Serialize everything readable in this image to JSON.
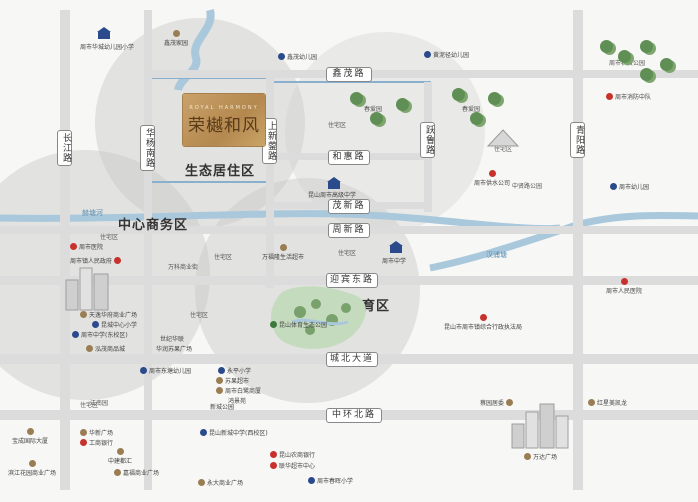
{
  "project": {
    "name": "荣樾和风",
    "subtitle": "ROYAL HARMONY"
  },
  "zones": {
    "eco_residential": "生态居住区",
    "cbd": "中心商务区",
    "eco_sports": "生态体育区"
  },
  "roads": {
    "xinmao": "鑫茂路",
    "hehui": "和惠路",
    "maoxin": "茂新路",
    "zhouxin": "周新路",
    "yingbin_east": "迎宾东路",
    "chengbei": "城北大道",
    "zhonghuan_north": "中环北路",
    "changjiang": "长江路",
    "huayang_south": "华杨南路",
    "shangxinying": "上新蓥路",
    "yuelu": "跃鲁路",
    "qingyang": "青阳路"
  },
  "rivers": {
    "tanghe": "赫塘河",
    "hanpu": "汉浦塘"
  },
  "areas": {
    "residential_1": "住宅区",
    "residential_2": "住宅区",
    "residential_3": "住宅区",
    "residential_4": "住宅区",
    "residential_5": "住宅区",
    "residential_6": "住宅区",
    "residential_7": "住宅区",
    "wanke_commercial": "万科商业街",
    "jiangnan_garden": "江南园",
    "chunai_garden": "春爱园",
    "chunai_garden_2": "春爱园",
    "zhongjing_park": "中贤路公园",
    "nongzhi": "周市农贸公园"
  },
  "pois": {
    "p_school1": "周市华城幼儿园小学",
    "p_xinmao_kg": "鑫茂幼儿园",
    "p_huangni": "黄泥径幼儿园",
    "p_xinmao_garden": "鑫茂家园",
    "p_zhoushi_zhongxue": "昆山周市高级中学",
    "p_cunwei": "周市供水公司",
    "p_fire": "周市消防中队",
    "p_kg2": "周市幼儿园",
    "p_hospital": "周市人民医院",
    "p_people_hospital": "周市医院",
    "p_bank": "周市镇人民政府",
    "p_wanfu": "万福隆生活超市",
    "p_middle": "周市中学",
    "p_sports_park": "昆山体育生态公园",
    "p_tianyi": "天逸华府商业广场",
    "p_primary": "昆城中心小学",
    "p_middle_school": "周市中学(东校区)",
    "p_hongmao": "泓茂商品城",
    "p_zhoushi_kg": "周市东塘幼儿园",
    "p_yongping": "永平小学",
    "p_wuyuan": "苏果超市",
    "p_wansheng": "周市白鹭商厦",
    "p_hongjing": "鸿景苑",
    "p_wanda": "万达广场",
    "p_huaxin": "华新广场",
    "p_zhongxin_bank": "工商银行",
    "p_baoshan": "宝成国际大厦",
    "p_zhongjing_huizhong": "中建都汇",
    "p_jiangnan_commercial": "滨江花园商业广场",
    "p_kunshan_school": "昆山新城中学(西校区)",
    "p_rural_bank": "昆山农商银行",
    "p_shopping": "联华超市中心",
    "p_fuxiang": "新城公园",
    "p_yongda": "永大商业广场",
    "p_zhoushi_primary": "周市春晖小学",
    "p_kunshan_gov": "昆山市周市镇综合行政执法局",
    "p_jinfu": "嘉福商业广场",
    "p_huarun": "华润苏果广场",
    "p_hongjin_park": "红星美凯龙",
    "p_metro": "蔡园居委",
    "p_shijie": "世纪华联"
  }
}
